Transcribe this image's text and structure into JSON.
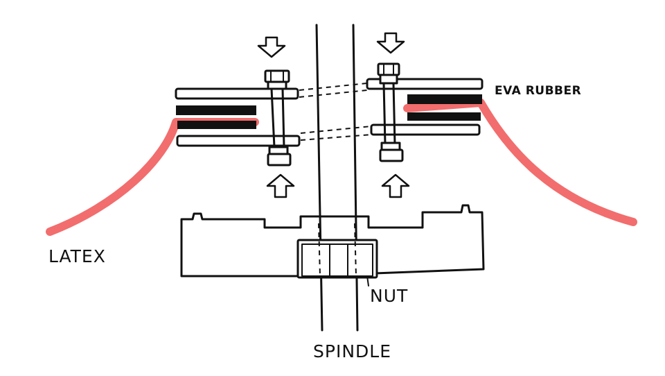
{
  "labels": {
    "eva_rubber": "EVA RUBBER",
    "latex": "LATEX",
    "nut": "NUT",
    "spindle": "SPINDLE"
  },
  "colors": {
    "ink": "#111111",
    "latex": "#f26d6d",
    "rubber": "#111111",
    "background": "#ffffff"
  },
  "icons": {
    "down_arrow": "down-arrow-icon",
    "up_arrow": "up-arrow-icon"
  }
}
